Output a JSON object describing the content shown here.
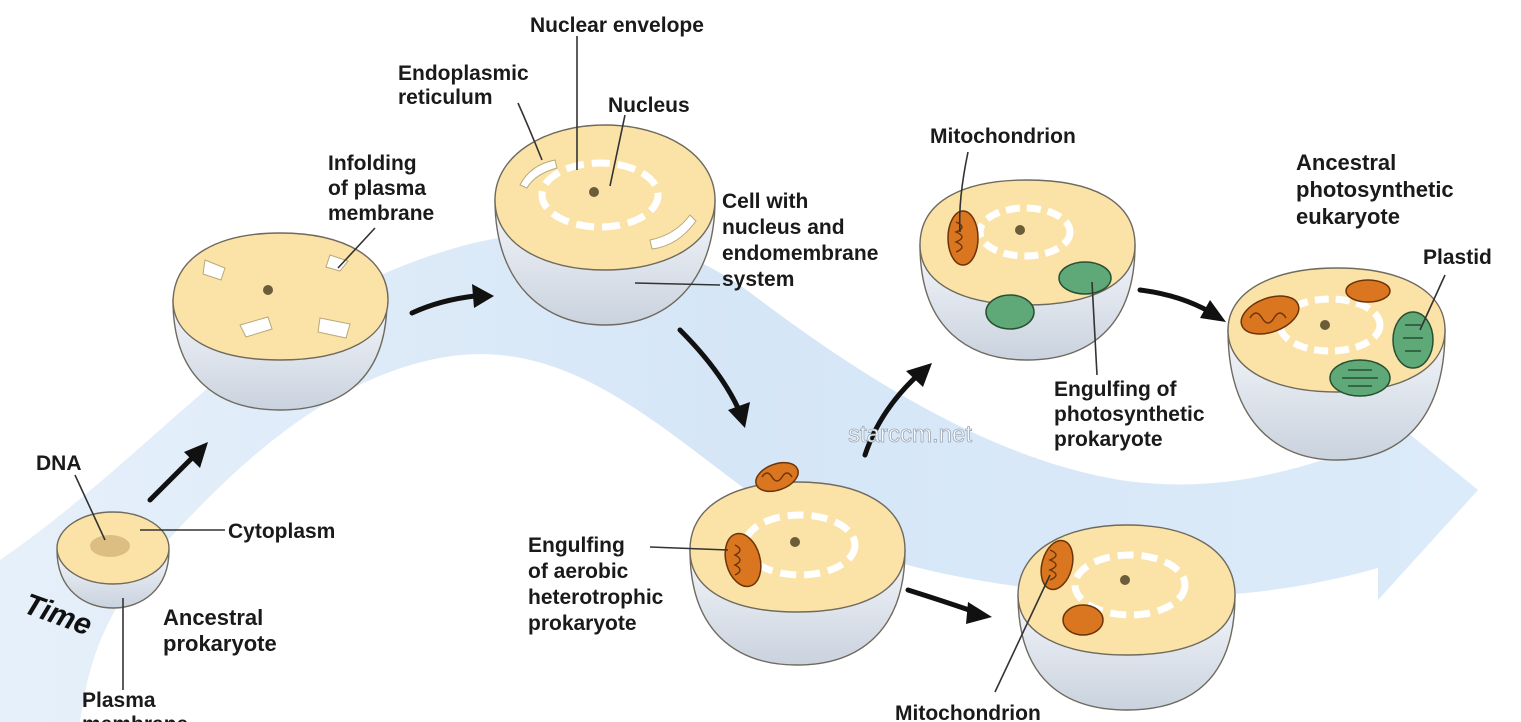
{
  "labels": {
    "nuclear_envelope": "Nuclear envelope",
    "er_line1": "Endoplasmic",
    "er_line2": "reticulum",
    "nucleus": "Nucleus",
    "infolding_line1": "Infolding",
    "infolding_line2": "of plasma",
    "infolding_line3": "membrane",
    "cell_nucleus_line1": "Cell with",
    "cell_nucleus_line2": "nucleus and",
    "cell_nucleus_line3": "endomembrane",
    "cell_nucleus_line4": "system",
    "mitochondrion_top": "Mitochondrion",
    "anc_photo_line1": "Ancestral",
    "anc_photo_line2": "photosynthetic",
    "anc_photo_line3": "eukaryote",
    "plastid": "Plastid",
    "engulf_photo_line1": "Engulfing of",
    "engulf_photo_line2": "photosynthetic",
    "engulf_photo_line3": "prokaryote",
    "dna": "DNA",
    "cytoplasm": "Cytoplasm",
    "anc_prok_line1": "Ancestral",
    "anc_prok_line2": "prokaryote",
    "time": "Time",
    "plasma_line1": "Plasma",
    "plasma_line2": "membrane",
    "engulf_aerobic_line1": "Engulfing",
    "engulf_aerobic_line2": "of aerobic",
    "engulf_aerobic_line3": "heterotrophic",
    "engulf_aerobic_line4": "prokaryote",
    "mitochondrion_bottom": "Mitochondrion",
    "watermark": "starccm.net"
  },
  "colors": {
    "time_band": "#dbe9f8",
    "cytoplasm": "#fbe3a8",
    "shell": "#eef2f8",
    "mitochondrion": "#d9761f",
    "plastid": "#5fa878"
  }
}
